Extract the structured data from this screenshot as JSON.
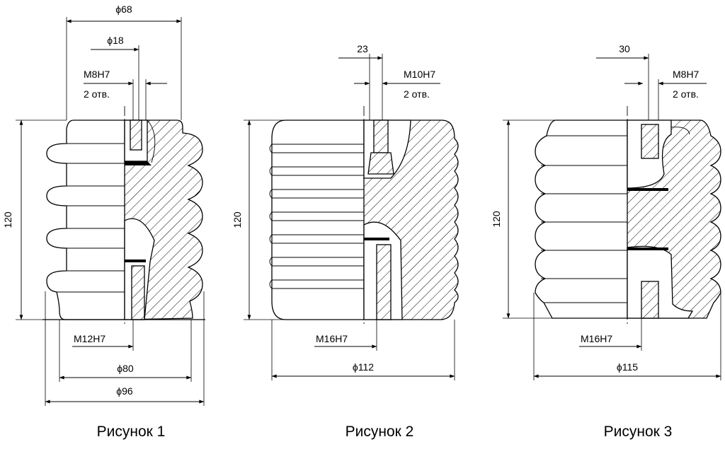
{
  "figures": [
    {
      "caption": "Рисунок 1",
      "dims": {
        "top_outer": "ϕ68",
        "top_inner": "ϕ18",
        "thread_top": "M8H7",
        "holes_top": "2 отв.",
        "height": "120",
        "thread_bottom": "M12H7",
        "base_inner": "ϕ80",
        "base_outer": "ϕ96"
      }
    },
    {
      "caption": "Рисунок 2",
      "dims": {
        "offset": "23",
        "thread_top": "M10H7",
        "holes_top": "2 отв.",
        "height": "120",
        "thread_bottom": "M16H7",
        "diameter": "ϕ112"
      }
    },
    {
      "caption": "Рисунок 3",
      "dims": {
        "offset": "30",
        "thread_top": "M8H7",
        "holes_top": "2 отв.",
        "height": "120",
        "thread_bottom": "M16H7",
        "diameter": "ϕ115"
      }
    }
  ]
}
